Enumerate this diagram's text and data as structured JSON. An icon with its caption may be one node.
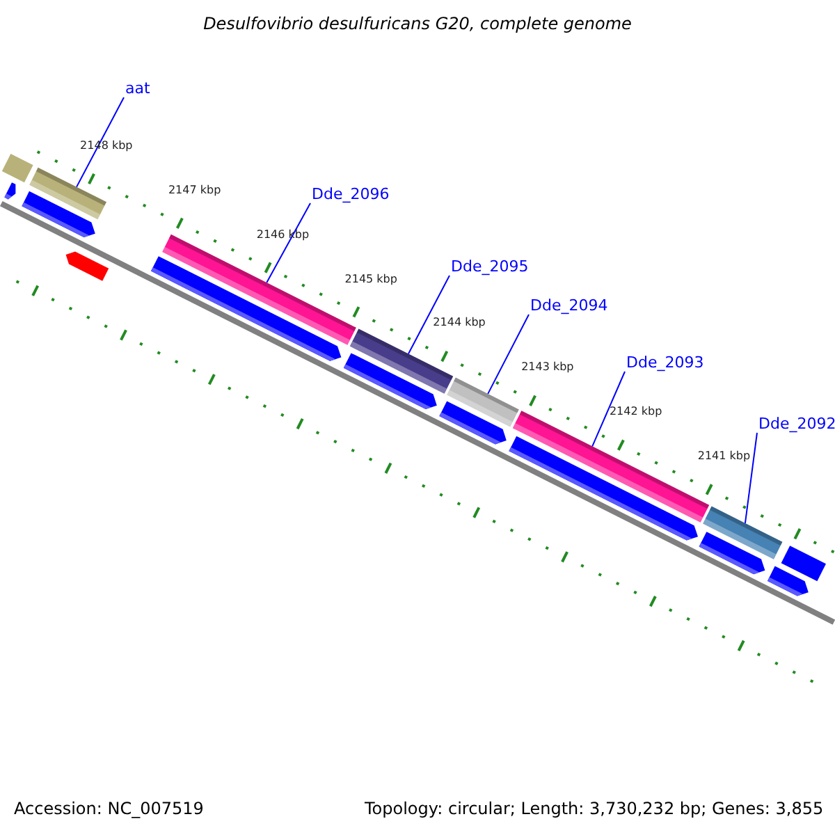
{
  "diagram": {
    "title": "Desulfovibrio desulfuricans G20, complete genome",
    "nodes": [
      {
        "text": [
          "aat"
        ]
      },
      {
        "text": [],
        "shape": "bar"
      },
      {
        "text": [
          "Dde_2096"
        ]
      },
      {
        "text": [],
        "shape": "bar"
      },
      {
        "text": [
          "Dde_2095"
        ]
      },
      {
        "text": [],
        "shape": "bar"
      },
      {
        "text": [
          "Dde_2094"
        ]
      },
      {
        "text": [],
        "shape": "bar"
      },
      {
        "text": [
          "Dde_2093"
        ]
      },
      {
        "text": [],
        "shape": "bar"
      },
      {
        "text": [
          "Dde_2092"
        ]
      },
      {
        "text": [],
        "shape": "bar"
      }
    ],
    "edges": [
      {
        "from": 0,
        "to": 1,
        "arrow": "none"
      },
      {
        "from": 2,
        "to": 3,
        "arrow": "none"
      },
      {
        "from": 4,
        "to": 5,
        "arrow": "none"
      },
      {
        "from": 6,
        "to": 7,
        "arrow": "none"
      },
      {
        "from": 8,
        "to": 9,
        "arrow": "none"
      },
      {
        "from": 10,
        "to": 11,
        "arrow": "none"
      }
    ],
    "labels": [
      "2148 kbp",
      "2147 kbp",
      "2146 kbp",
      "2145 kbp",
      "2144 kbp",
      "2143 kbp",
      "2142 kbp",
      "2141 kbp",
      "Accession: NC_007519",
      "Topology: circular; Length: 3,730,232 bp; Genes: 3,855"
    ]
  }
}
